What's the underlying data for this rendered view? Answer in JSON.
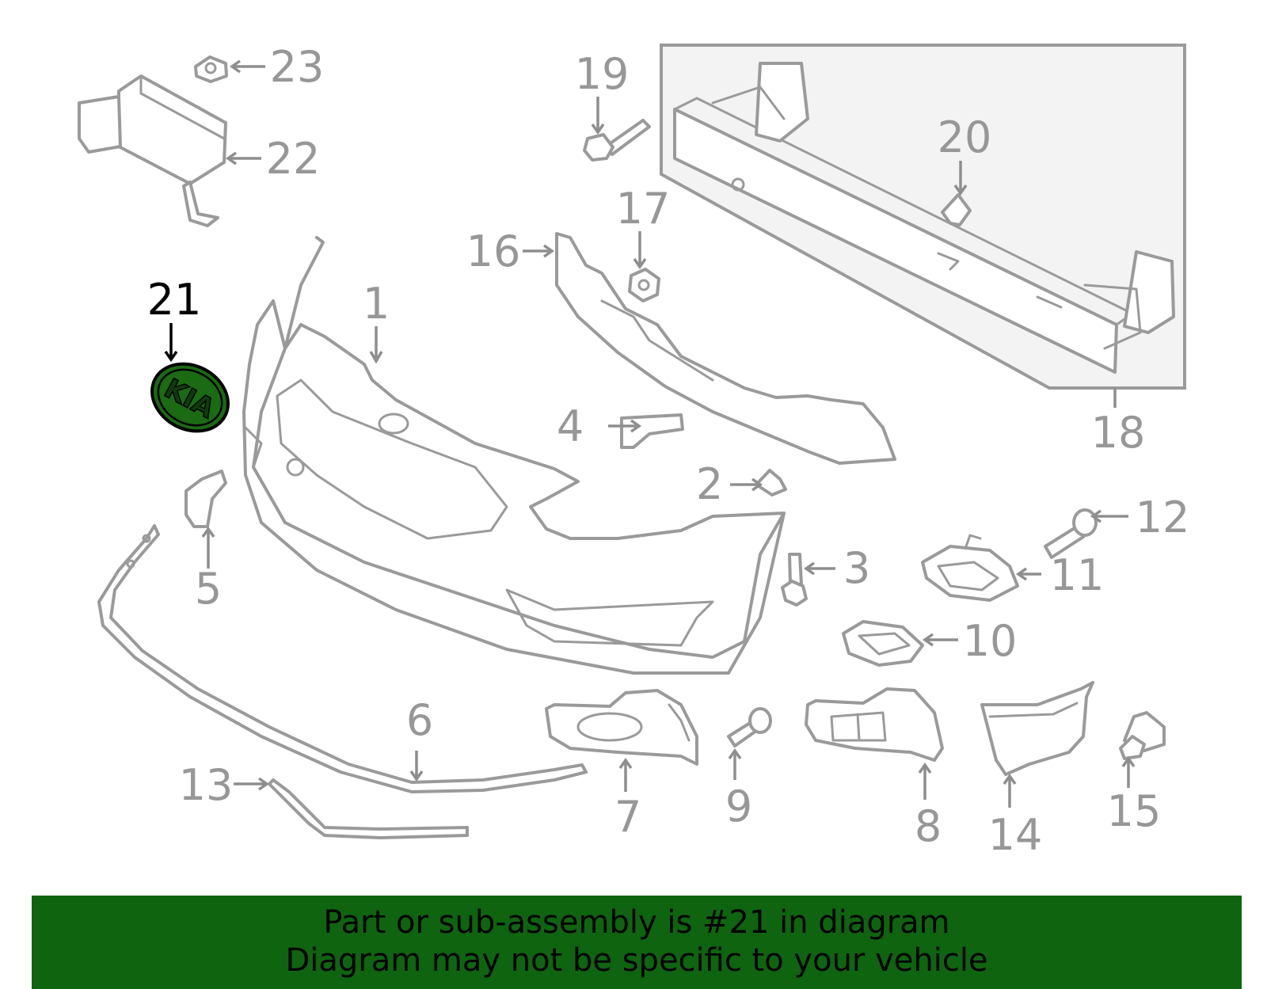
{
  "diagram": {
    "callouts": [
      {
        "id": "1",
        "label": "1"
      },
      {
        "id": "2",
        "label": "2"
      },
      {
        "id": "3",
        "label": "3"
      },
      {
        "id": "4",
        "label": "4"
      },
      {
        "id": "5",
        "label": "5"
      },
      {
        "id": "6",
        "label": "6"
      },
      {
        "id": "7",
        "label": "7"
      },
      {
        "id": "8",
        "label": "8"
      },
      {
        "id": "9",
        "label": "9"
      },
      {
        "id": "10",
        "label": "10"
      },
      {
        "id": "11",
        "label": "11"
      },
      {
        "id": "12",
        "label": "12"
      },
      {
        "id": "13",
        "label": "13"
      },
      {
        "id": "14",
        "label": "14"
      },
      {
        "id": "15",
        "label": "15"
      },
      {
        "id": "16",
        "label": "16"
      },
      {
        "id": "17",
        "label": "17"
      },
      {
        "id": "18",
        "label": "18"
      },
      {
        "id": "19",
        "label": "19"
      },
      {
        "id": "20",
        "label": "20"
      },
      {
        "id": "21",
        "label": "21"
      },
      {
        "id": "22",
        "label": "22"
      },
      {
        "id": "23",
        "label": "23"
      }
    ],
    "highlighted_part": "21",
    "highlight_color": "#1a6b12",
    "emblem_text": "KIA"
  },
  "banner": {
    "line1": "Part or sub-assembly is #21 in diagram",
    "line2": "Diagram may not be specific to your vehicle",
    "background": "#0f6410"
  }
}
